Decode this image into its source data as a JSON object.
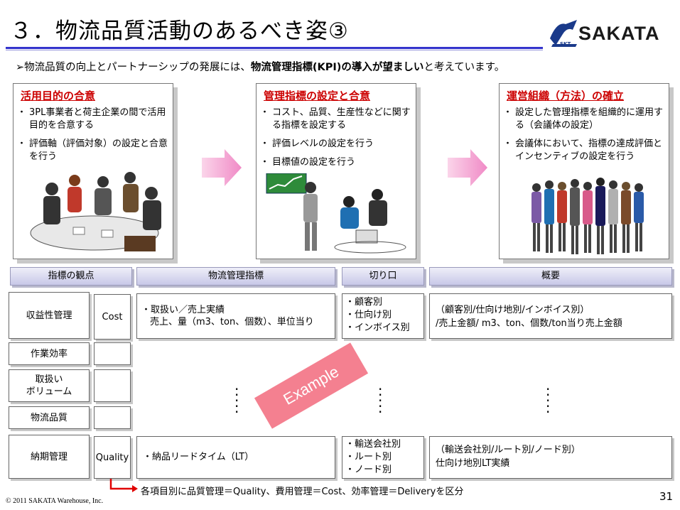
{
  "title": "３．物流品質活動のあるべき姿③",
  "logo": {
    "text": "SAKATA",
    "sub": "SKT"
  },
  "intro": {
    "pre": "物流品質の向上とパートナーシップの発展には、",
    "bold": "物流管理指標(KPI)の導入が望ましい",
    "post": "と考えています。"
  },
  "cards": [
    {
      "title": "活用目的の合意",
      "items": [
        "3PL事業者と荷主企業の間で活用目的を合意する",
        "評価軸（評価対象）の設定と合意を行う"
      ],
      "illustration": "meeting-illustration"
    },
    {
      "title": "管理指標の設定と合意",
      "items": [
        "コスト、品質、生産性などに関する指標を設定する",
        "評価レベルの設定を行う",
        "目標値の設定を行う"
      ],
      "illustration": "presentation-illustration"
    },
    {
      "title": "運営組織（方法）の確立",
      "items": [
        "設定した管理指標を組織的に運用する（会議体の設定）",
        "会議体において、指標の達成評価とインセンティブの設定を行う"
      ],
      "illustration": "team-illustration"
    }
  ],
  "headers": {
    "perspective": "指標の観点",
    "kpi": "物流管理指標",
    "cut": "切り口",
    "summary": "概要"
  },
  "rows": {
    "profit": "収益性管理",
    "efficiency": "作業効率",
    "volume_line1": "取扱い",
    "volume_line2": "ボリューム",
    "quality": "物流品質",
    "delivery": "納期管理"
  },
  "tags": {
    "cost": "Cost",
    "quality": "Quality"
  },
  "cost_row": {
    "kpi_line1": "・取扱い／売上実績",
    "kpi_line2": "売上、量（m3、ton、個数）、単位当り",
    "cut": [
      "・顧客別",
      "・仕向け別",
      "・インボイス別"
    ],
    "summary_line1": "（顧客別/仕向け地別/インボイス別）",
    "summary_line2": "/売上金額/ m3、ton、個数/ton当り売上金額"
  },
  "quality_row": {
    "kpi": "・納品リードタイム（LT）",
    "cut": [
      "・輸送会社別",
      "・ルート別",
      "・ノード別"
    ],
    "summary_line1": "（輸送会社別/ルート別/ノード別）",
    "summary_line2": "仕向け地別LT実績"
  },
  "example_stamp": "Example",
  "note": "各項目別に品質管理＝Quality、費用管理＝Cost、効率管理＝Deliveryを区分",
  "footer": "© 2011 SAKATA Warehouse, Inc.",
  "page_number": "31",
  "colors": {
    "accent_red": "#cc0000",
    "arrow_pink": "#f4a0d0",
    "rule_blue": "#3333cc",
    "stamp": "#f48090"
  }
}
